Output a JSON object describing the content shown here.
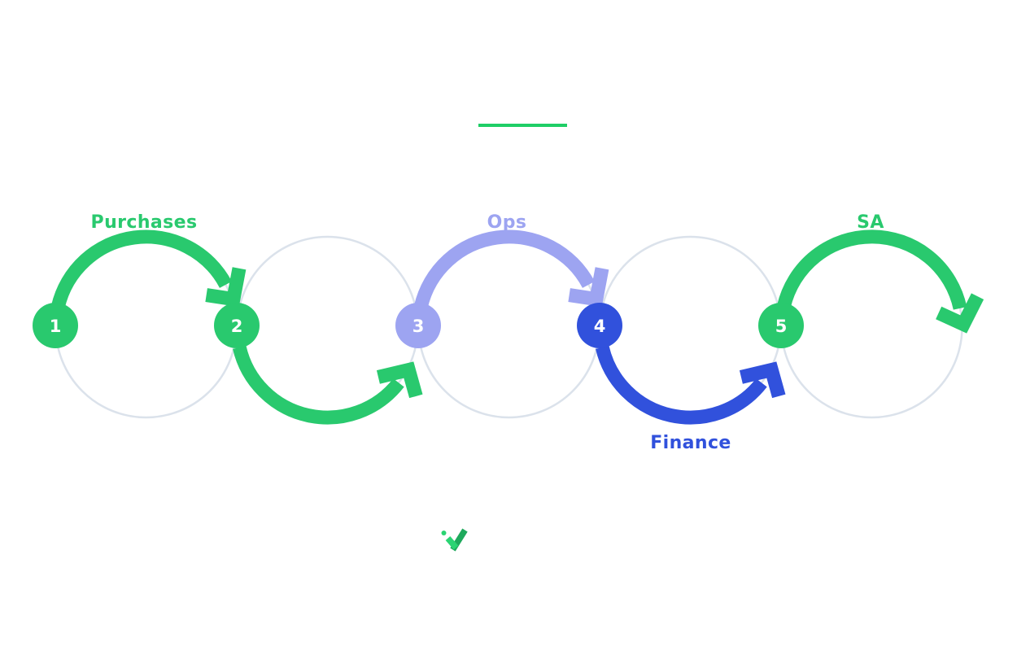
{
  "page": {
    "background_color": "#FFFFFF"
  },
  "header": {
    "underline_color": "#1FCE66"
  },
  "colors": {
    "green": "#29C96E",
    "purple": "#9DA4F1",
    "blue": "#3151DC",
    "track_gray": "#DBE2EB",
    "step_number_color": "#FFFFFF",
    "check_dark_green": "#1EA95C",
    "check_light_green": "#2BD473"
  },
  "process_flow": {
    "steps": [
      {
        "number": "1",
        "color": "#29C96E"
      },
      {
        "number": "2",
        "color": "#29C96E"
      },
      {
        "number": "3",
        "color": "#9DA4F1"
      },
      {
        "number": "4",
        "color": "#3151DC"
      },
      {
        "number": "5",
        "color": "#29C96E"
      }
    ],
    "connections": [
      {
        "from": "1",
        "to": "2",
        "label": "Purchases",
        "color": "#29C96E",
        "route": "over"
      },
      {
        "from": "2",
        "to": "3",
        "label": "",
        "color": "#29C96E",
        "route": "under"
      },
      {
        "from": "3",
        "to": "4",
        "label": "Ops",
        "color": "#9DA4F1",
        "route": "over"
      },
      {
        "from": "4",
        "to": "5",
        "label": "Finance",
        "color": "#3151DC",
        "route": "under"
      },
      {
        "from": "5",
        "to": "",
        "label": "SA",
        "color": "#29C96E",
        "route": "over"
      }
    ]
  },
  "logo": {
    "icon": "check-icon"
  }
}
